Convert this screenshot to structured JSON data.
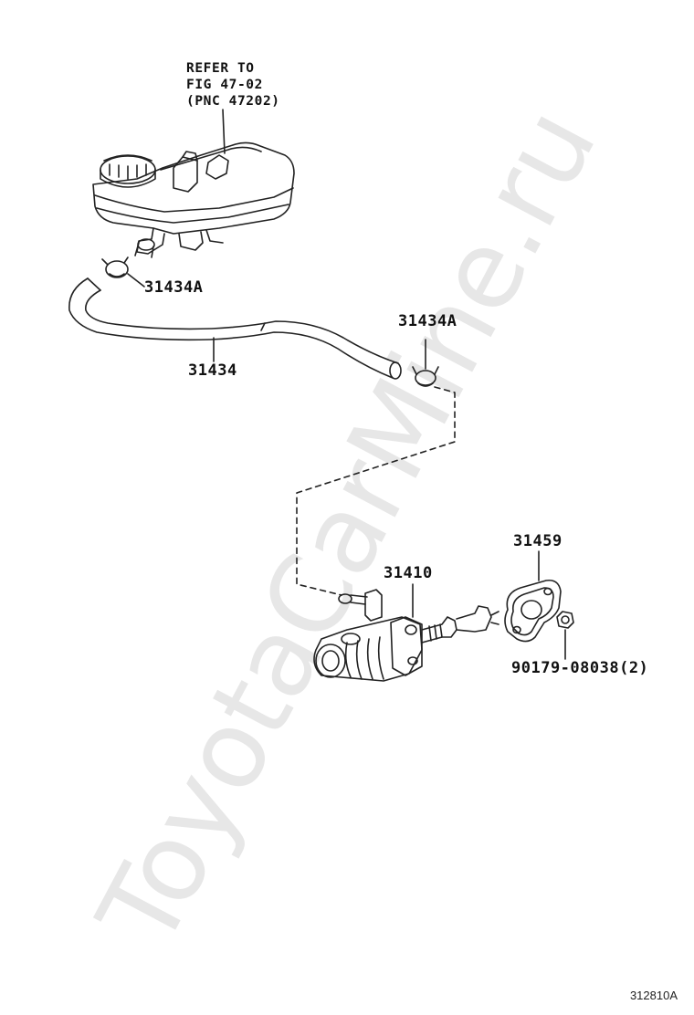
{
  "watermark": "ToyotaCarMine.ru",
  "reference_note": {
    "line1": "REFER TO",
    "line2": "FIG 47-02",
    "line3": "(PNC 47202)"
  },
  "callouts": {
    "clamp_upper": "31434A",
    "clamp_lower": "31434A",
    "hose": "31434",
    "master_cylinder": "31410",
    "gasket": "31459",
    "nut": "90179-08038(2)"
  },
  "figure_number": "312810A",
  "colors": {
    "line": "#222222",
    "watermark": "#e7e7e7"
  }
}
